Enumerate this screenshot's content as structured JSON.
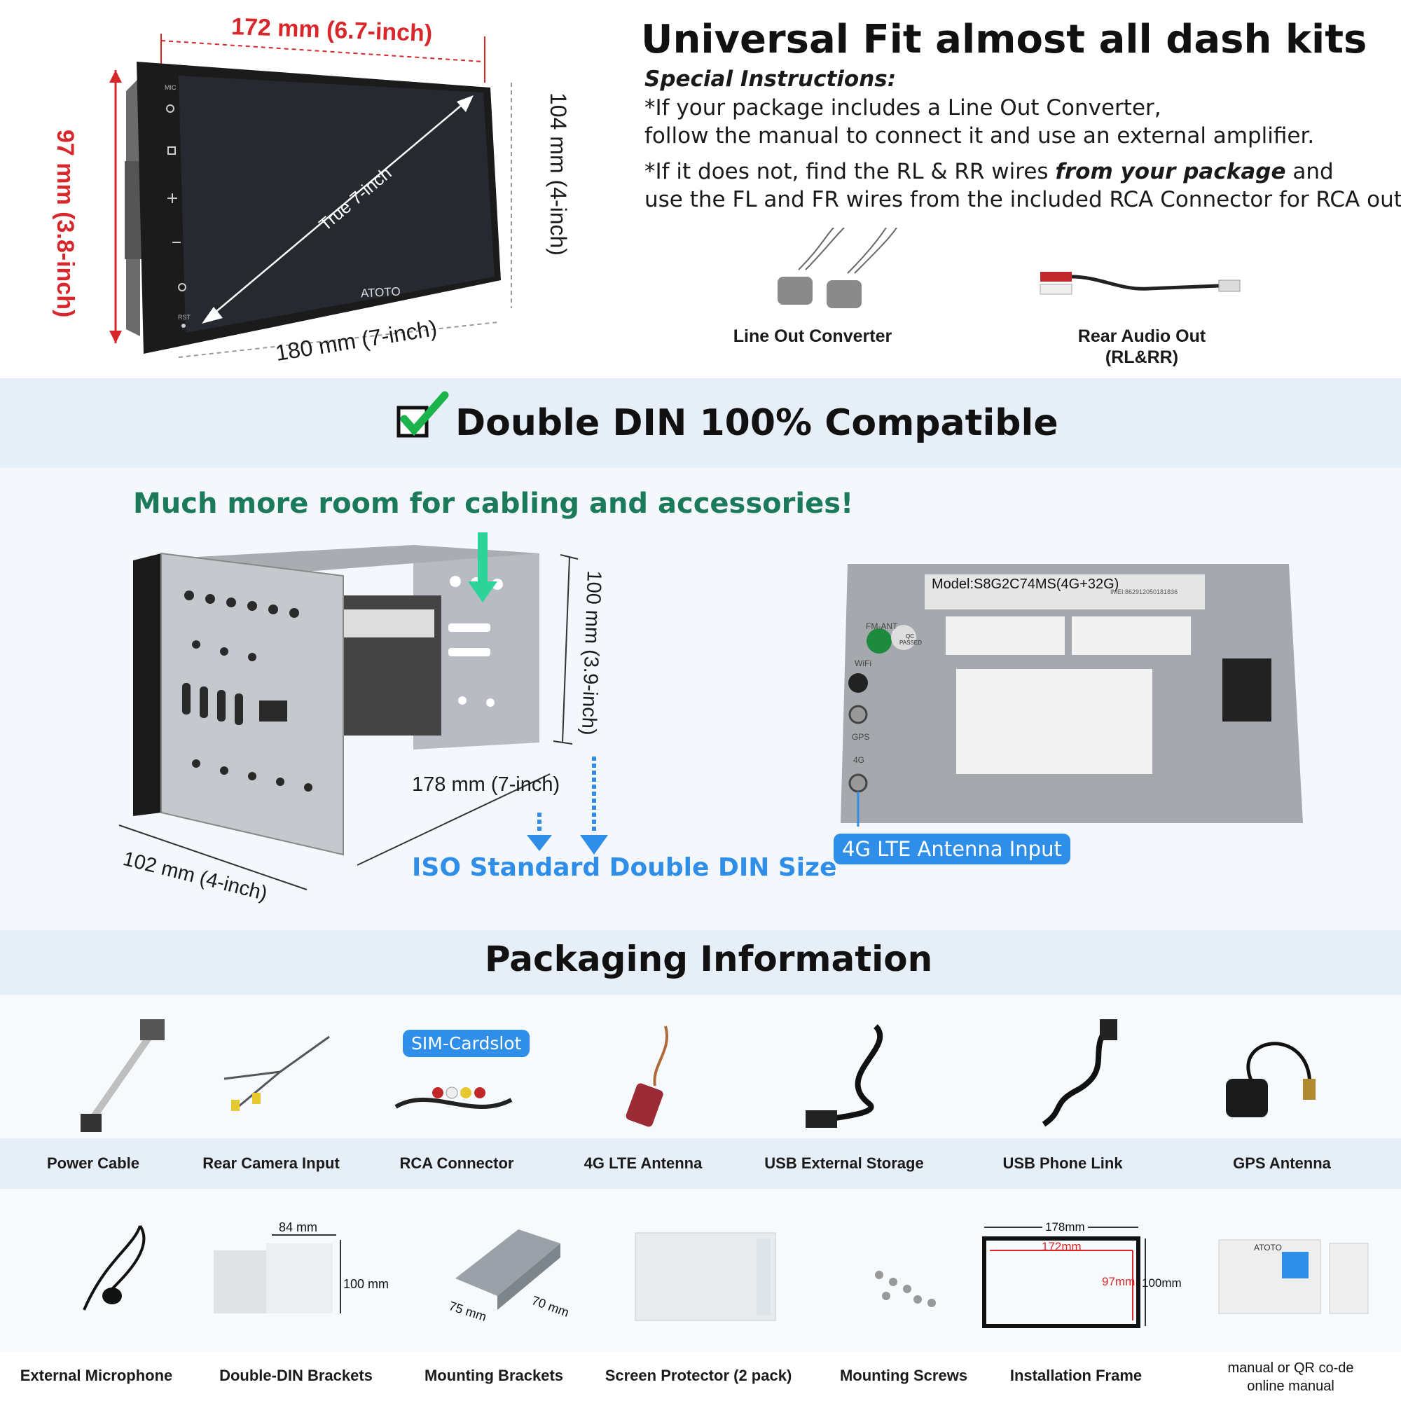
{
  "dimensions": {
    "top_width": "172 mm (6.7-inch)",
    "left_height": "97 mm (3.8-inch)",
    "right_height": "104 mm (4-inch)",
    "bottom_width": "180 mm (7-inch)",
    "diagonal": "True 7-inch"
  },
  "device": {
    "brand": "ATOTO",
    "side_buttons": [
      "MIC",
      "RST"
    ]
  },
  "universal": {
    "title": "Universal Fit almost all dash kits",
    "instructions_title": "Special Instructions:",
    "line1": "*If your package includes a Line Out Converter,",
    "line2": "follow the manual to connect it and use an external amplifier.",
    "line3_pre": "*If it does not, find the RL & RR wires ",
    "line3_em": "from your package",
    "line3_post": " and",
    "line4": "use the FL and FR wires from the included RCA Connector for RCA output."
  },
  "accessories": {
    "line_out": "Line Out Converter",
    "rear_audio": "Rear Audio Out",
    "rear_audio_sub": "(RL&RR)"
  },
  "compat": {
    "title": "Double DIN 100% Compatible"
  },
  "chassis": {
    "subtitle": "Much more room for cabling and accessories!",
    "height": "100 mm (3.9-inch)",
    "width": "178 mm (7-inch)",
    "depth": "102 mm (4-inch)",
    "iso": "ISO Standard Double DIN Size"
  },
  "backpanel": {
    "model": "Model:S8G2C74MS(4G+32G)",
    "imei": "IMEI:862912050181836",
    "fm_ant": "FM-ANT",
    "wifi": "WiFi",
    "gps": "GPS",
    "lte": "4G",
    "qc": "QC PASSED",
    "antenna_tag": "4G LTE Antenna Input"
  },
  "packaging": {
    "title": "Packaging Information",
    "sim_tag": "SIM-Cardslot",
    "row1": [
      "Power Cable",
      "Rear Camera Input",
      "RCA Connector",
      "4G LTE Antenna",
      "USB External Storage",
      "USB Phone Link",
      "GPS Antenna"
    ],
    "row2": [
      "External Microphone",
      "Double-DIN Brackets",
      "Mounting Brackets",
      "Screen Protector (2 pack)",
      "Mounting Screws",
      "Installation Frame"
    ],
    "manual_line1": "manual or QR co-de",
    "manual_line2": "online manual",
    "bracket_width": "84 mm",
    "bracket_height": "100 mm",
    "mount_a": "75 mm",
    "mount_b": "70 mm",
    "frame_outer_w": "178mm",
    "frame_inner_w": "172mm",
    "frame_inner_h": "97mm",
    "frame_outer_h": "100mm",
    "manual_brand": "ATOTO"
  },
  "colors": {
    "accent_red": "#d8272b",
    "accent_blue": "#2f8fe8",
    "accent_green": "#1a7a5a",
    "band": "#e6eff8"
  }
}
